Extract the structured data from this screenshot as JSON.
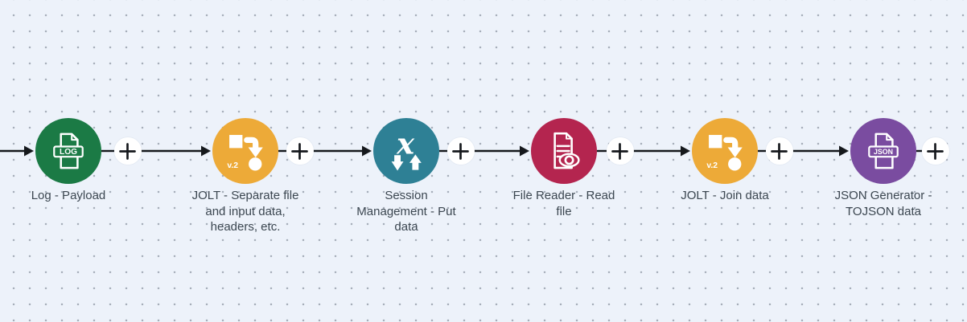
{
  "canvas": {
    "background": "#edf2fa",
    "dot_color": "#a7aeba",
    "connector_color": "#15181c"
  },
  "nodes": [
    {
      "id": "log-payload",
      "label": "Log - Payload",
      "color": "#1b7a45",
      "icon": "log-file-icon",
      "icon_text": "LOG"
    },
    {
      "id": "jolt-separate",
      "label": "JOLT - Separate file and input data, headers, etc.",
      "color": "#edaa38",
      "icon": "jolt-transform-icon",
      "version_badge": "v.2"
    },
    {
      "id": "session-management-put",
      "label": "Session Management - Put data",
      "color": "#2e8095",
      "icon": "session-exchange-icon",
      "icon_text": "x"
    },
    {
      "id": "file-reader",
      "label": "File Reader - Read file",
      "color": "#b4254f",
      "icon": "file-reader-eye-icon"
    },
    {
      "id": "jolt-join",
      "label": "JOLT - Join data",
      "color": "#edaa38",
      "icon": "jolt-transform-icon",
      "version_badge": "v.2"
    },
    {
      "id": "json-generator",
      "label": "JSON Generator - TOJSON data",
      "color": "#7a4ca0",
      "icon": "json-file-icon",
      "icon_text": "JSON"
    }
  ],
  "add_button": {
    "aria": "Add snap"
  }
}
